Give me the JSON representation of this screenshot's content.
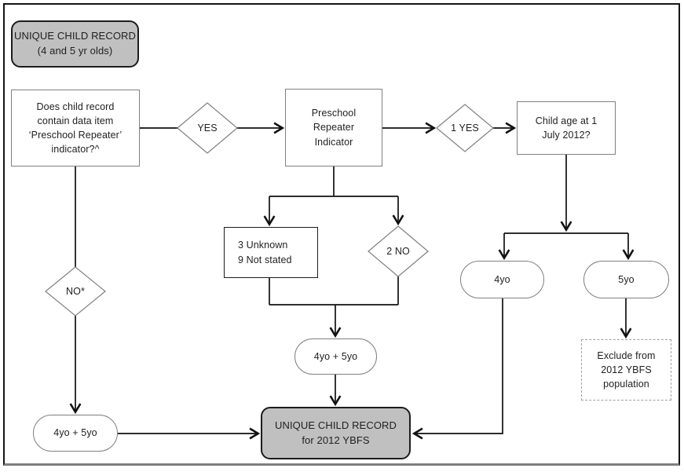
{
  "diagram": {
    "type": "flowchart",
    "colors": {
      "background": "#ffffff",
      "highlight_fill": "#c0c0c0",
      "shape_fill": "#ffffff",
      "shape_border": "#808080",
      "connector": "#111111"
    },
    "nodes": {
      "start": {
        "shape": "rounded-rect-gray",
        "label": "UNIQUE CHILD RECORD\n(4 and 5 yr olds)"
      },
      "question_indicator": {
        "shape": "rect",
        "label": "Does child record\ncontain data item\n‘Preschool Repeater’\nindicator?^"
      },
      "decision_yes": {
        "shape": "diamond",
        "label": "YES"
      },
      "repeater_indicator": {
        "shape": "rect",
        "label": "Preschool\nRepeater\nIndicator"
      },
      "decision_1_yes": {
        "shape": "diamond",
        "label": "1 YES"
      },
      "child_age": {
        "shape": "rect",
        "label": "Child age at 1\nJuly 2012?"
      },
      "unknown_not_stated": {
        "shape": "rect",
        "label": "3 Unknown\n9 Not stated"
      },
      "decision_2_no": {
        "shape": "diamond",
        "label": "2 NO"
      },
      "mid_4yo_5yo": {
        "shape": "stadium",
        "label": "4yo + 5yo"
      },
      "age_4yo": {
        "shape": "stadium",
        "label": "4yo"
      },
      "age_5yo": {
        "shape": "stadium",
        "label": "5yo"
      },
      "exclude": {
        "shape": "dashed-rect",
        "label": "Exclude from\n2012 YBFS\npopulation"
      },
      "decision_no": {
        "shape": "diamond",
        "label": "NO*"
      },
      "left_4yo_5yo": {
        "shape": "stadium",
        "label": "4yo + 5yo"
      },
      "final": {
        "shape": "rounded-rect-gray",
        "label": "UNIQUE CHILD RECORD\nfor 2012 YBFS"
      }
    }
  }
}
